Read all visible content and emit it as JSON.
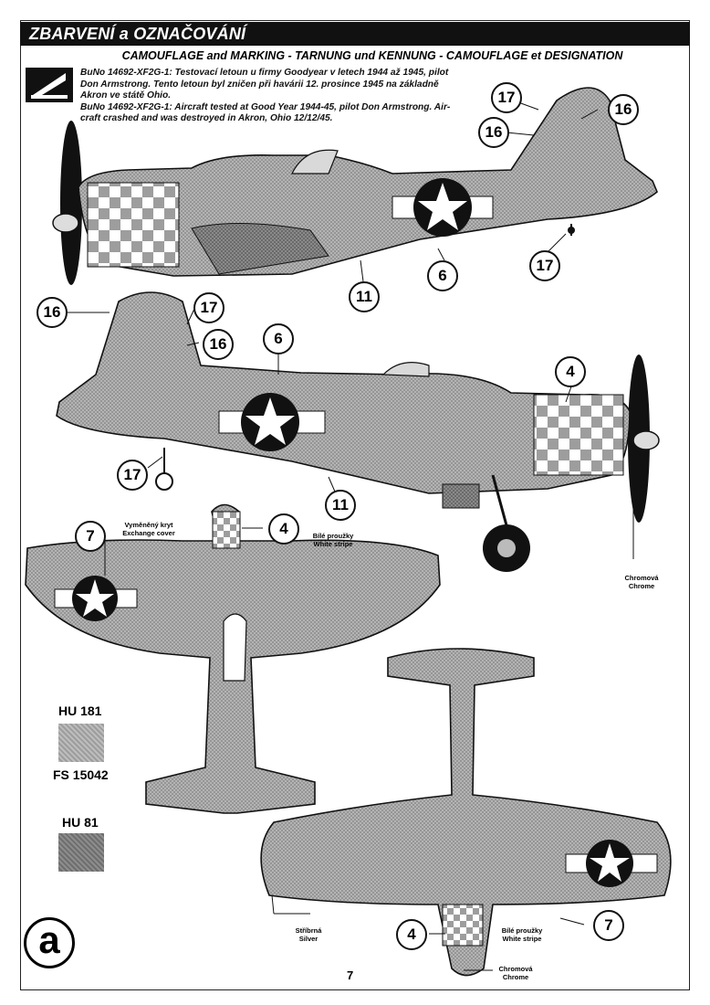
{
  "header": {
    "title": "ZBARVENÍ a OZNAČOVÁNÍ",
    "subtitle": "CAMOUFLAGE and MARKING - TARNUNG und KENNUNG - CAMOUFLAGE et DESIGNATION"
  },
  "description": {
    "cz_1": "BuNo 14692-XF2G-1: Testovací letoun u firmy Goodyear v letech 1944 až 1945, pilot",
    "cz_2": "Don Armstrong. Tento letoun byl zničen při havárii 12. prosince 1945 na základně",
    "cz_3": "Akron ve státě Ohio.",
    "en_1": "BuNo 14692-XF2G-1: Aircraft tested at Good Year 1944-45, pilot Don Armstrong. Air-",
    "en_2": "craft crashed and was destroyed in Akron, Ohio 12/12/45."
  },
  "callouts": {
    "c17_top": "17",
    "c16_top_right": "16",
    "c16_top_mid": "16",
    "c17_side1_tail": "17",
    "c6_side1": "6",
    "c11_side1": "11",
    "c16_side2": "16",
    "c17_side2_top": "17",
    "c16_side2_mid": "16",
    "c6_side2": "6",
    "c4_side2": "4",
    "c17_side2_bottom": "17",
    "c11_side2": "11",
    "c7_top_view": "7",
    "c4_top_view": "4",
    "c4_bottom_view": "4",
    "c7_bottom_view": "7"
  },
  "labels": {
    "exchange_cz": "Vyměněný kryt",
    "exchange_en": "Exchange cover",
    "white_stripe_cz": "Bílé proužky",
    "white_stripe_en": "White stripe",
    "chrome_cz": "Chromová",
    "chrome_en": "Chrome",
    "silver_cz": "Stříbrná",
    "silver_en": "Silver",
    "white_stripe2_cz": "Bílé proužky",
    "white_stripe2_en": "White stripe",
    "chrome2_cz": "Chromová",
    "chrome2_en": "Chrome"
  },
  "swatches": [
    {
      "code": "HU 181",
      "fs": "FS 15042",
      "color": "#ababab"
    },
    {
      "code": "HU 81",
      "color": "#7c7c7c"
    }
  ],
  "variant": "a",
  "page_number": "7"
}
